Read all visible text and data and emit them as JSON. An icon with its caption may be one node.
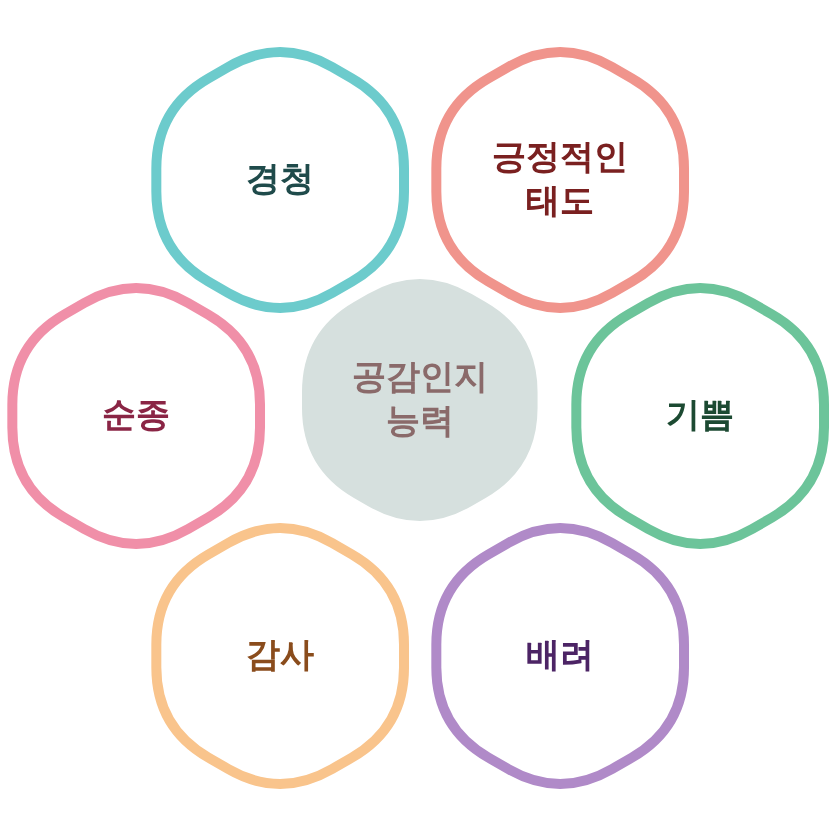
{
  "diagram": {
    "nodes": [
      {
        "text": [
          "경청"
        ]
      },
      {
        "text": [
          "긍정적인 태도"
        ]
      },
      {
        "text": [
          "순종"
        ]
      },
      {
        "text": [
          "공감인지 능력"
        ]
      },
      {
        "text": [
          "기쁨"
        ]
      },
      {
        "text": [
          "감사"
        ]
      },
      {
        "text": [
          "배려"
        ]
      }
    ]
  }
}
